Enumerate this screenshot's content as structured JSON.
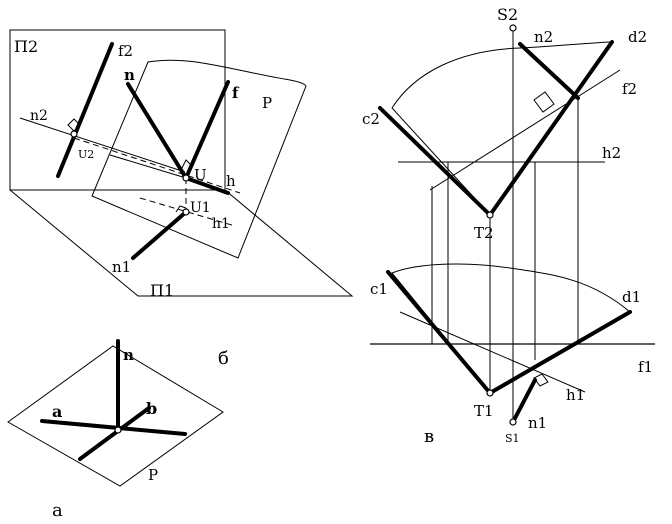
{
  "labels": {
    "pi2": "П2",
    "pi1": "П1",
    "f2_left": "f2",
    "n_left": "n",
    "f_left": "f",
    "P_left": "P",
    "n2_left": "n2",
    "U2_left": "U2",
    "U_left": "U",
    "h_left": "h",
    "U1_left": "U1",
    "h1_left": "h1",
    "n1_left": "n1",
    "b_label": "б",
    "n_a": "n",
    "a_a": "a",
    "b_a": "b",
    "P_a": "P",
    "a_caption": "а",
    "S2": "S2",
    "n2_right": "n2",
    "d2": "d2",
    "c2": "c2",
    "f2_right": "f2",
    "h2": "h2",
    "T2": "T2",
    "c1": "c1",
    "d1": "d1",
    "f1": "f1",
    "h1_right": "h1",
    "T1": "T1",
    "n1_right": "n1",
    "S1": "S1",
    "v_caption": "в"
  }
}
